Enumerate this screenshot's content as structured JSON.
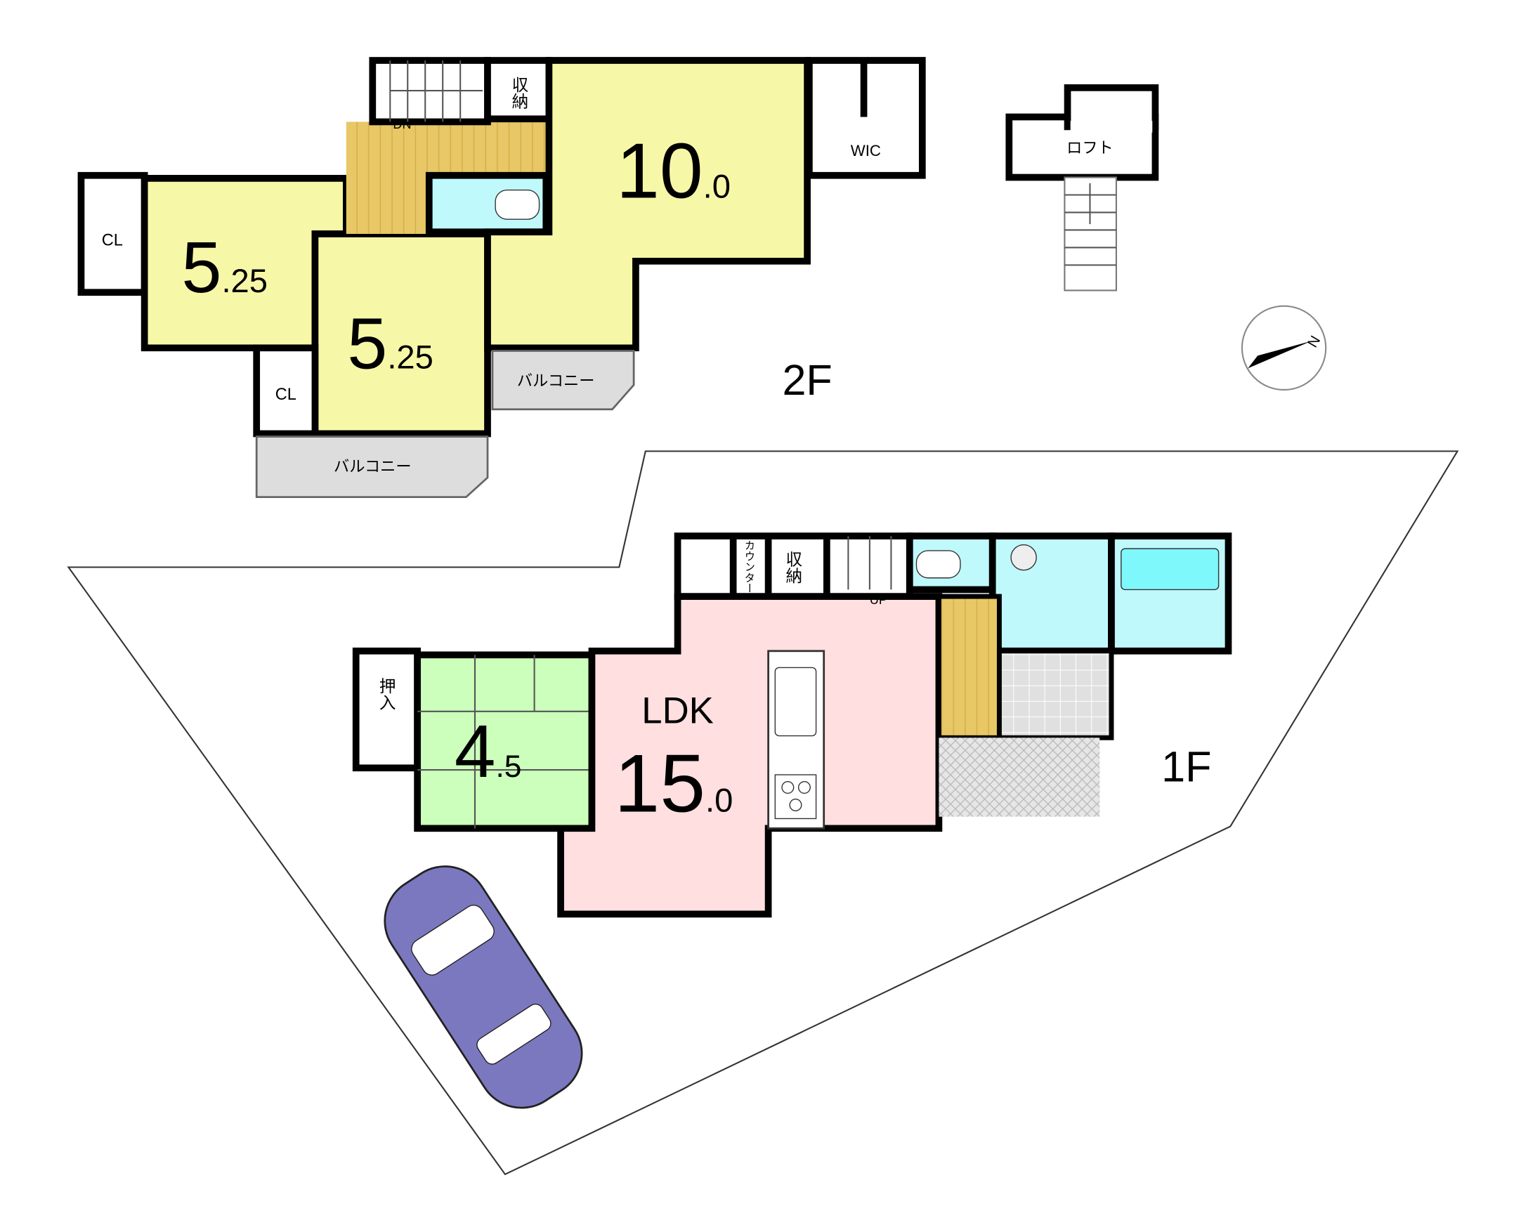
{
  "floor2": {
    "label": "2F",
    "rooms": {
      "bedroom_west": {
        "size_int": "5",
        "size_dec": ".25"
      },
      "bedroom_south": {
        "size_int": "5",
        "size_dec": ".25"
      },
      "master": {
        "size_int": "10",
        "size_dec": ".0"
      }
    },
    "closet_west": "CL",
    "closet_south": "CL",
    "storage": "収納",
    "wic": "WIC",
    "stairs_label": "DN",
    "balcony_1": "バルコニー",
    "balcony_2": "バルコニー",
    "loft": "ロフト"
  },
  "floor1": {
    "label": "1F",
    "ldk_label": "LDK",
    "ldk": {
      "size_int": "15",
      "size_dec": ".0"
    },
    "washitsu": {
      "size_int": "4",
      "size_dec": ".5"
    },
    "oshiire": "押入",
    "counter": "カウンター",
    "storage": "収納",
    "stairs_label": "UP"
  },
  "compass": {
    "label": "N"
  },
  "colors": {
    "yellow": "#f7f7a8",
    "green": "#ccffbb",
    "pink": "#ffdfe0",
    "cyan": "#bff9fc",
    "wood": "#e8c766",
    "gray": "#dcdcdc",
    "car": "#7b78c0"
  }
}
